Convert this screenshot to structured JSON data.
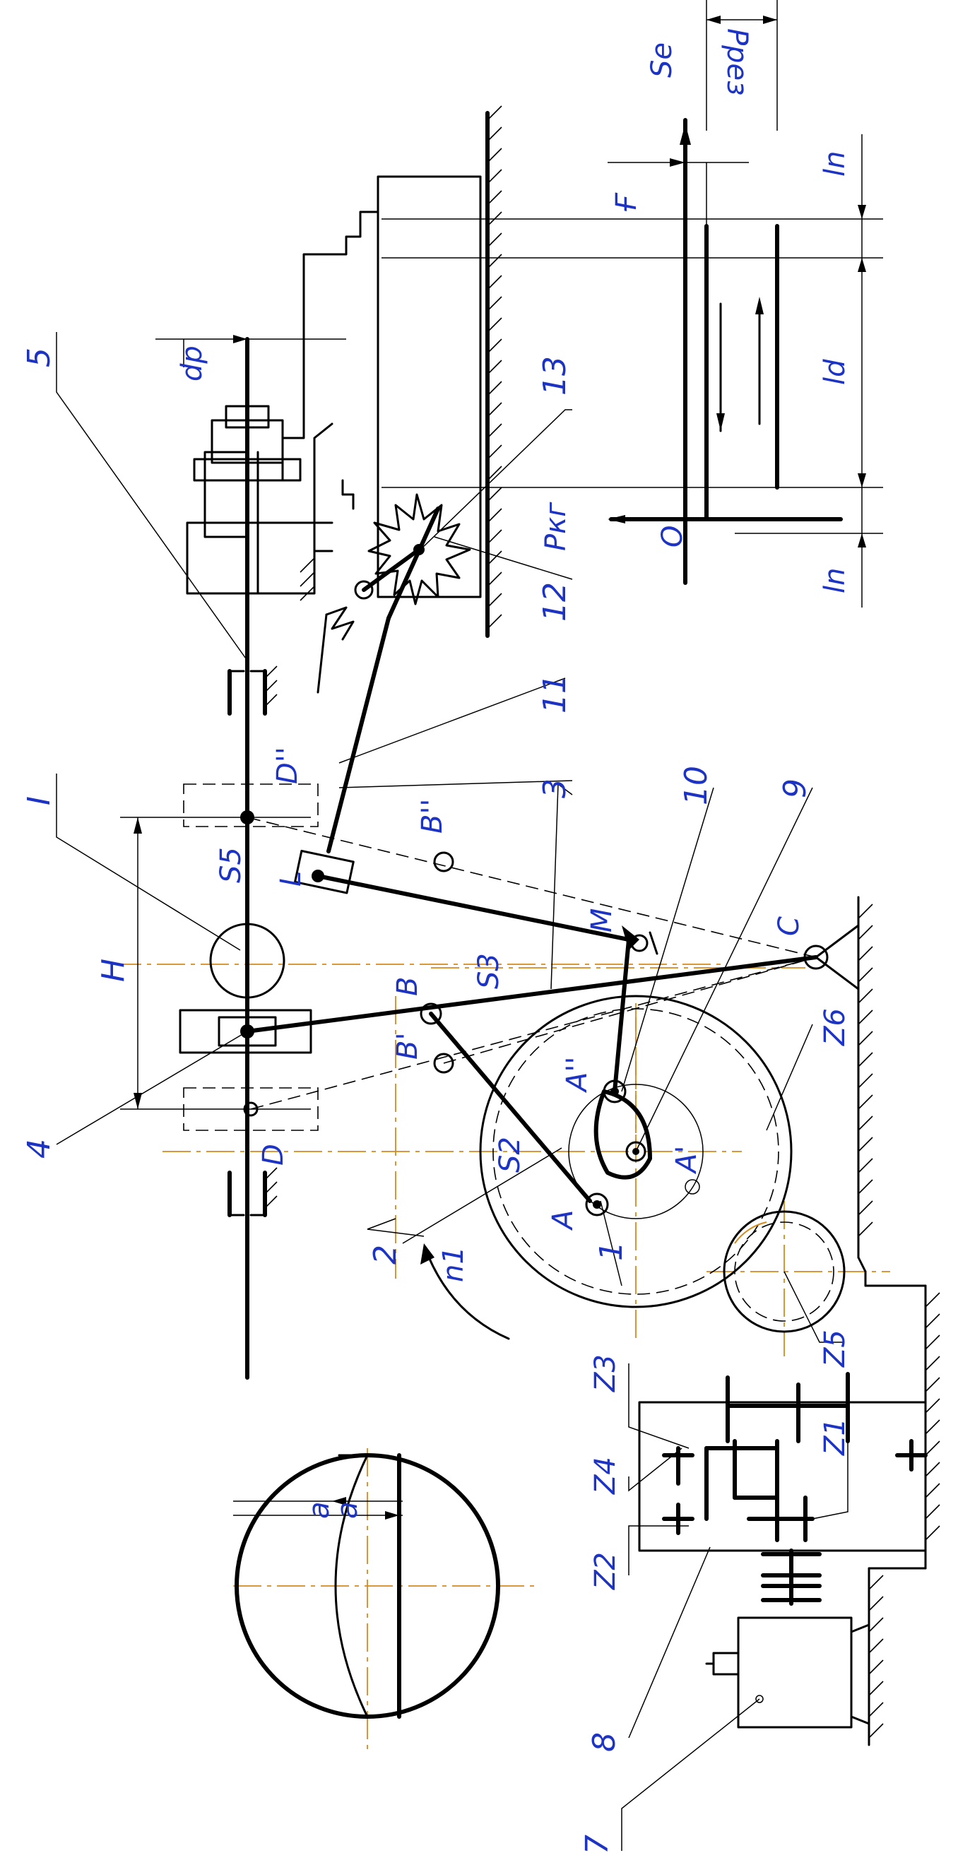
{
  "colors": {
    "label": "#1c33c4",
    "axis": "#d58a1c",
    "line": "#000000"
  },
  "labels": {
    "n1": "1",
    "n2": "2",
    "n3": "3",
    "n4": "4",
    "n5": "5",
    "n7": "7",
    "n8": "8",
    "n9": "9",
    "n10": "10",
    "n11": "11",
    "n12": "12",
    "n13": "13",
    "I": "I",
    "H": "H",
    "Se": "Se",
    "Pred": "Pрез",
    "lp_top": "ln",
    "ld": "ld",
    "lp_bottom": "ln",
    "Pkz": "Pкг",
    "O": "O",
    "Fi": "Ғ",
    "dP": "dр",
    "D": "D",
    "D2": "D''",
    "S5": "S5",
    "L": "L",
    "B": "B",
    "B1": "B'",
    "B2": "B''",
    "S3": "S3",
    "M": "M",
    "C": "C",
    "A2": "A''",
    "A1": "A'",
    "A": "A",
    "S2": "S2",
    "n1_speed": "n1",
    "Z6": "Z6",
    "Z5": "Z5",
    "Z3": "Z3",
    "Z4": "Z4",
    "Z1": "Z1",
    "Z2": "Z2",
    "a1": "a",
    "a2": "a"
  }
}
